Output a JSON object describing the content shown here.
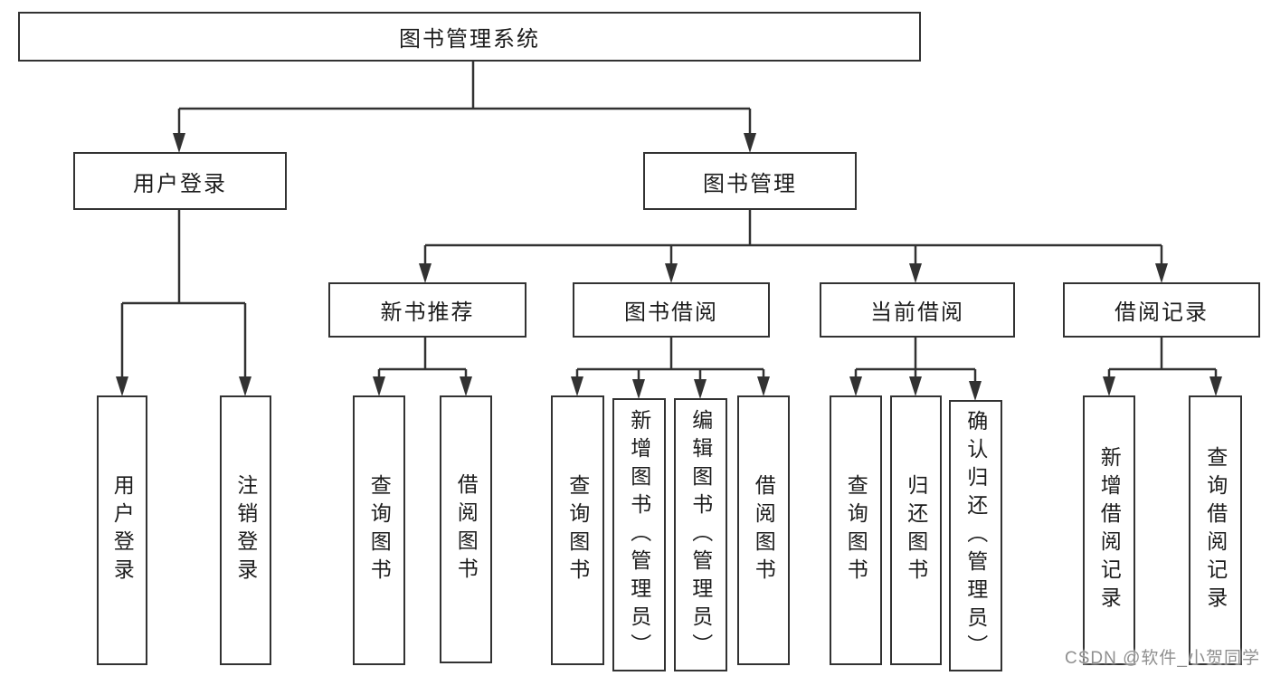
{
  "diagram": {
    "tree": {
      "root": {
        "label": "图书管理系统",
        "children": [
          {
            "label": "用户登录",
            "children": [
              {
                "label": "用户登录"
              },
              {
                "label": "注销登录"
              }
            ]
          },
          {
            "label": "图书管理",
            "children": [
              {
                "label": "新书推荐",
                "children": [
                  {
                    "label": "查询图书"
                  },
                  {
                    "label": "借阅图书"
                  }
                ]
              },
              {
                "label": "图书借阅",
                "children": [
                  {
                    "label": "查询图书"
                  },
                  {
                    "label": "新增图书（管理员）"
                  },
                  {
                    "label": "编辑图书（管理员）"
                  },
                  {
                    "label": "借阅图书"
                  }
                ]
              },
              {
                "label": "当前借阅",
                "children": [
                  {
                    "label": "查询图书"
                  },
                  {
                    "label": "归还图书"
                  },
                  {
                    "label": "确认归还（管理员）"
                  }
                ]
              },
              {
                "label": "借阅记录",
                "children": [
                  {
                    "label": "新增借阅记录"
                  },
                  {
                    "label": "查询借阅记录"
                  }
                ]
              }
            ]
          }
        ]
      }
    },
    "colors": {
      "line": "#323232",
      "box_border": "#323232",
      "text": "#1c1c1c",
      "background": "#ffffff",
      "watermark": "#8f8f8f"
    }
  },
  "watermark": {
    "text": "CSDN @软件_小贺同学"
  }
}
